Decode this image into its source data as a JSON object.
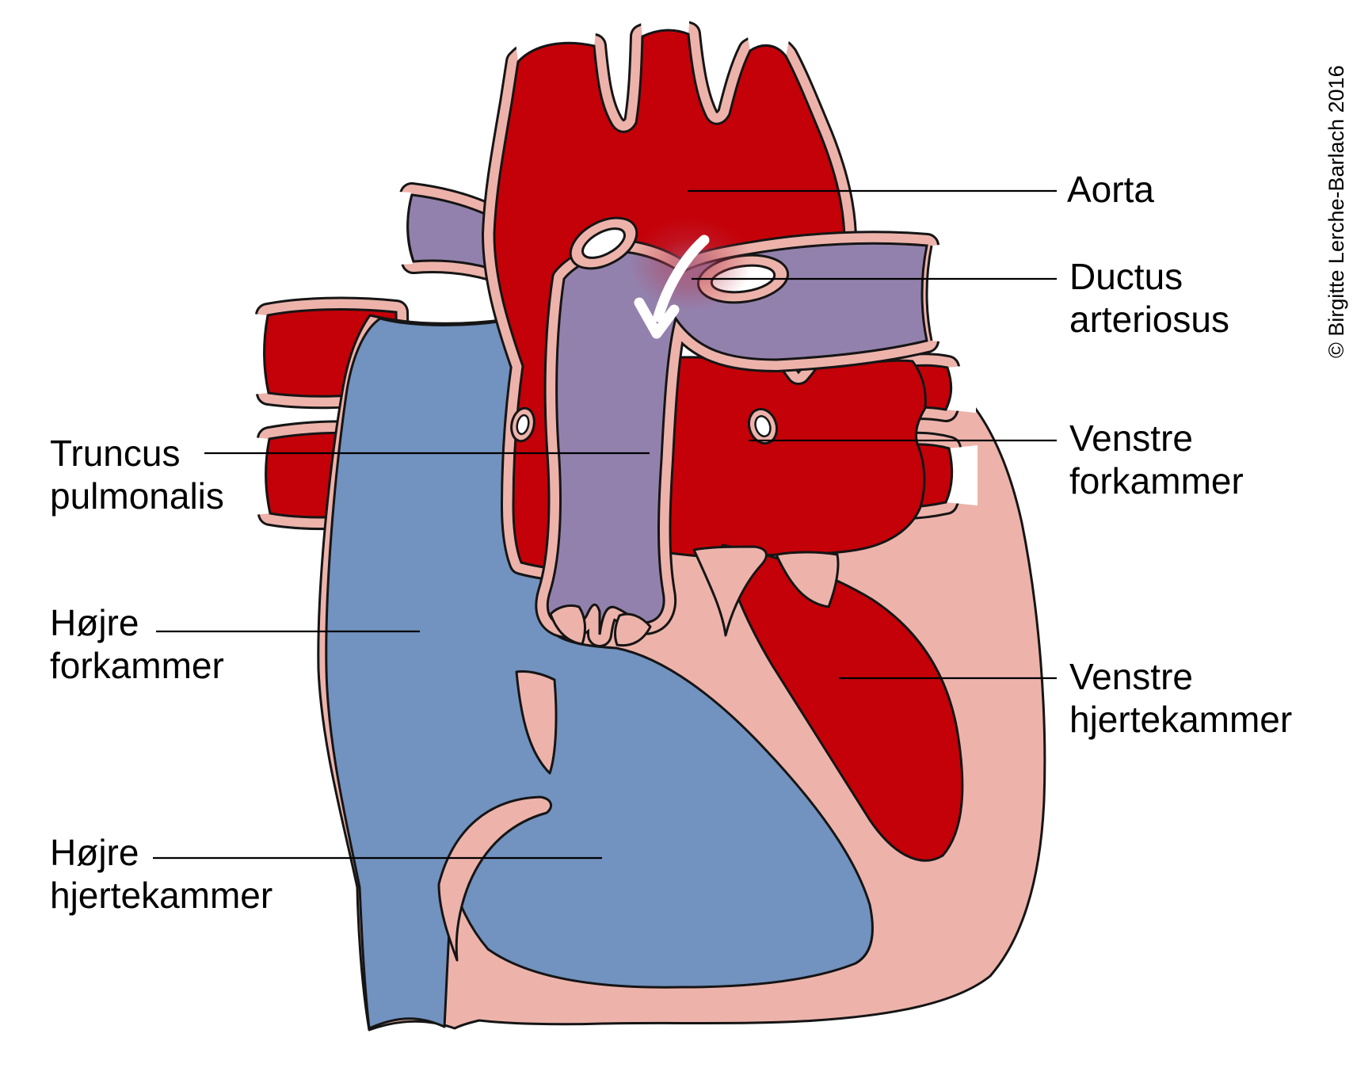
{
  "figure": {
    "kind": "fetal-heart-anatomy-diagram"
  },
  "labels": {
    "aorta": {
      "lines": [
        "Aorta"
      ]
    },
    "ductus_arteriosus": {
      "lines": [
        "Ductus",
        "arteriosus"
      ]
    },
    "venstre_forkammer": {
      "lines": [
        "Venstre",
        "forkammer"
      ]
    },
    "venstre_hjertekammer": {
      "lines": [
        "Venstre",
        "hjertekammer"
      ]
    },
    "truncus_pulmonalis": {
      "lines": [
        "Truncus",
        "pulmonalis"
      ]
    },
    "hojre_forkammer": {
      "lines": [
        "Højre",
        "forkammer"
      ]
    },
    "hojre_hjertekammer": {
      "lines": [
        "Højre",
        "hjertekammer"
      ]
    }
  },
  "copyright": "© Birgitte Lerche-Barlach 2016",
  "colors": {
    "oxygen_rich_red": "#c40008",
    "oxygen_poor_blue": "#7292bf",
    "mixed_blood_purple": "#9381ad",
    "vessel_wall_pink": "#edb3ab",
    "outline_black": "#151515",
    "background_white": "#ffffff",
    "flow_arrow_white": "#ffffff"
  }
}
